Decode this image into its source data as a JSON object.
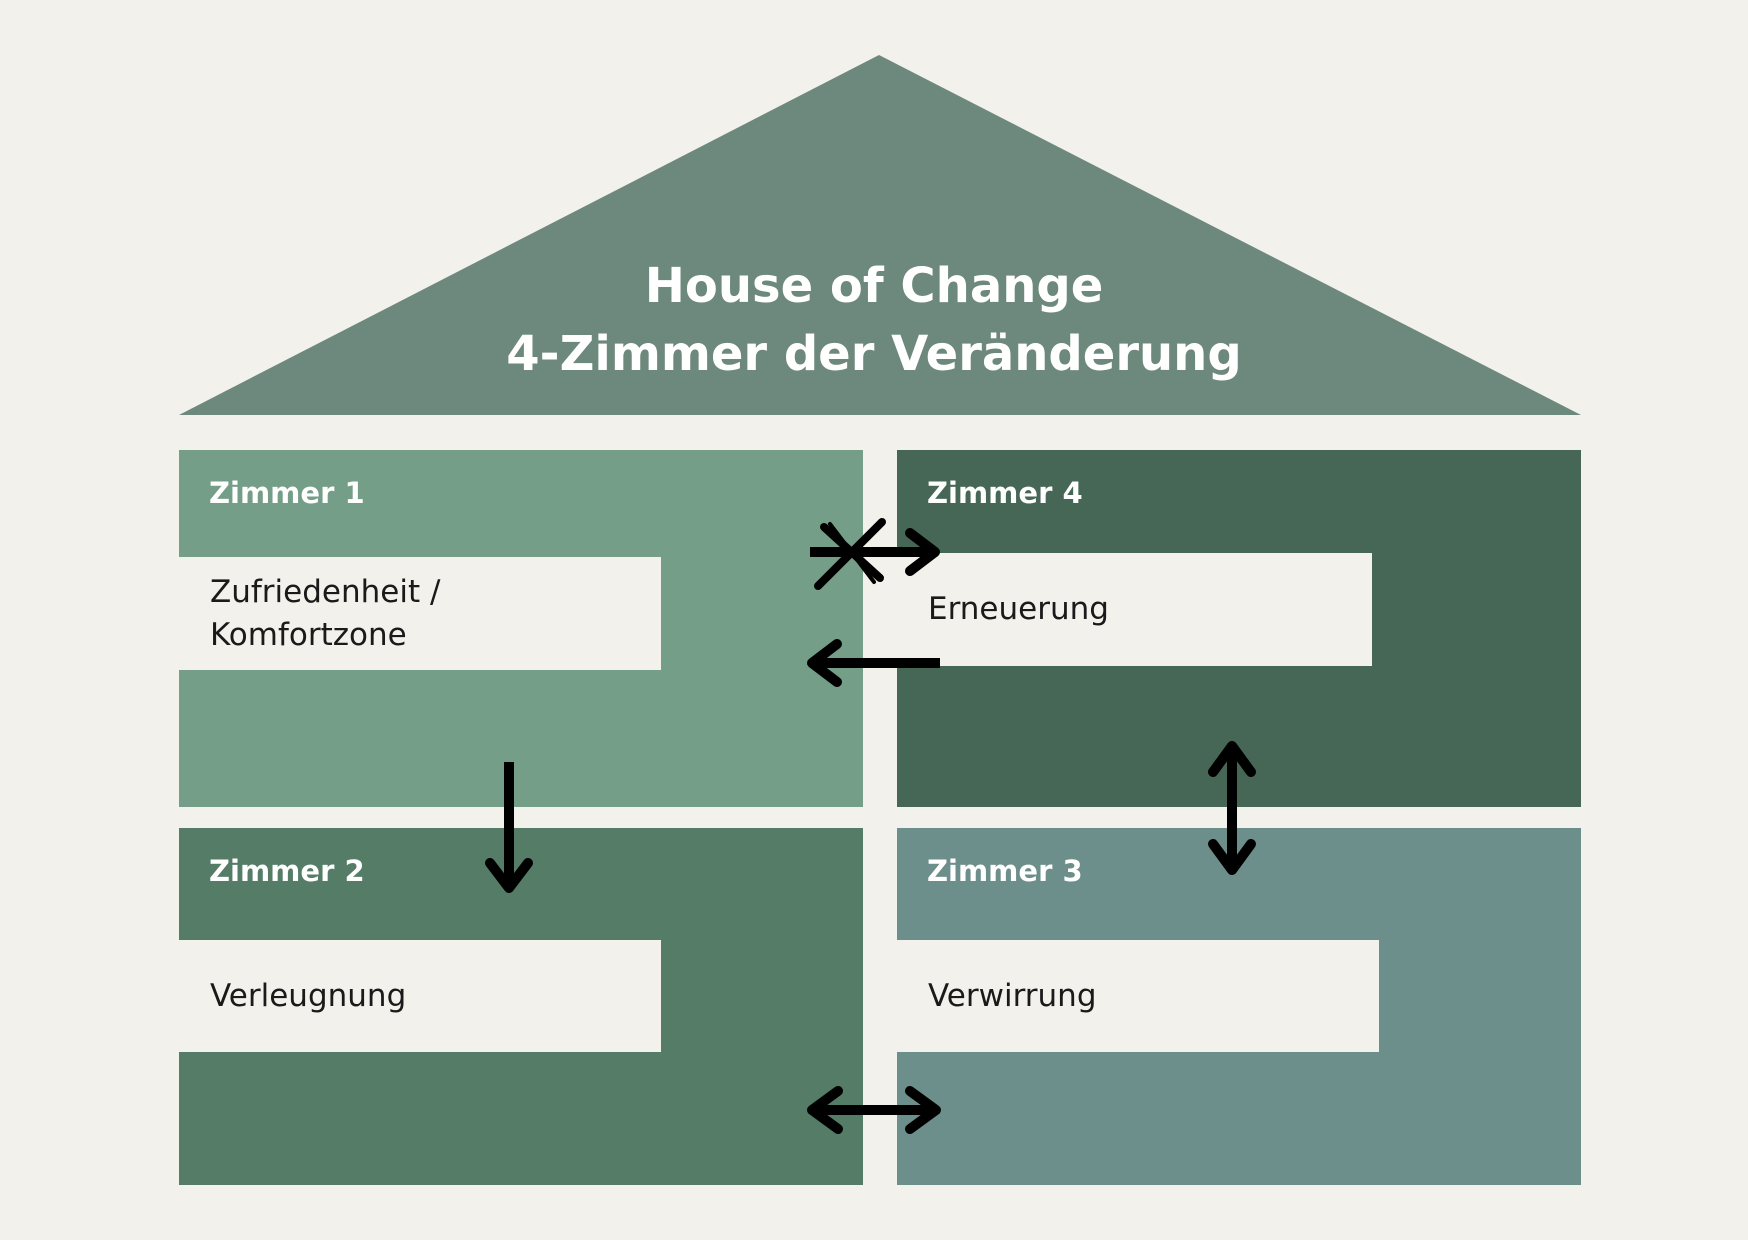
{
  "title": {
    "line1": "House of Change",
    "line2": "4-Zimmer der Veränderung"
  },
  "rooms": {
    "room1": {
      "heading": "Zimmer 1",
      "label_line1": "Zufriedenheit /",
      "label_line2": "Komfortzone"
    },
    "room2": {
      "heading": "Zimmer 2",
      "label": "Verleugnung"
    },
    "room3": {
      "heading": "Zimmer 3",
      "label": "Verwirrung"
    },
    "room4": {
      "heading": "Zimmer 4",
      "label": "Erneuerung"
    }
  },
  "colors": {
    "background": "#f2f1ec",
    "roof": "#6d887c",
    "room1": "#749e87",
    "room2": "#547c67",
    "room3": "#6d8f8b",
    "room4": "#466656",
    "arrow": "#000000"
  },
  "connections": [
    {
      "from": "Zimmer 1",
      "to": "Zimmer 2",
      "direction": "one-way"
    },
    {
      "from": "Zimmer 2",
      "to": "Zimmer 3",
      "direction": "two-way"
    },
    {
      "from": "Zimmer 3",
      "to": "Zimmer 4",
      "direction": "two-way"
    },
    {
      "from": "Zimmer 4",
      "to": "Zimmer 1",
      "direction": "one-way"
    },
    {
      "from": "Zimmer 1",
      "to": "Zimmer 4",
      "direction": "one-way",
      "crossed_out": true
    }
  ]
}
